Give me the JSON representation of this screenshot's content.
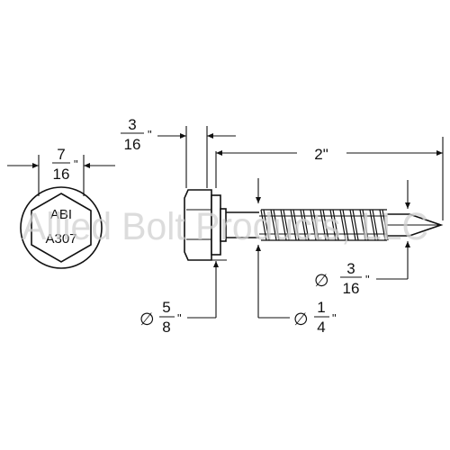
{
  "watermark": "Allied Bolt Products, LLC",
  "head_marking": {
    "line1": "ABI",
    "line2": "A307"
  },
  "inch_mark": "\"",
  "diameter_symbol": "∅",
  "dimensions": {
    "hex_across_flats": {
      "numerator": "7",
      "denominator": "16"
    },
    "washer_thickness": {
      "numerator": "3",
      "denominator": "16"
    },
    "length": "2\"",
    "washer_diameter": {
      "numerator": "5",
      "denominator": "8"
    },
    "thread_diameter": {
      "numerator": "1",
      "denominator": "4"
    },
    "tip_diameter": {
      "numerator": "3",
      "denominator": "16"
    }
  }
}
